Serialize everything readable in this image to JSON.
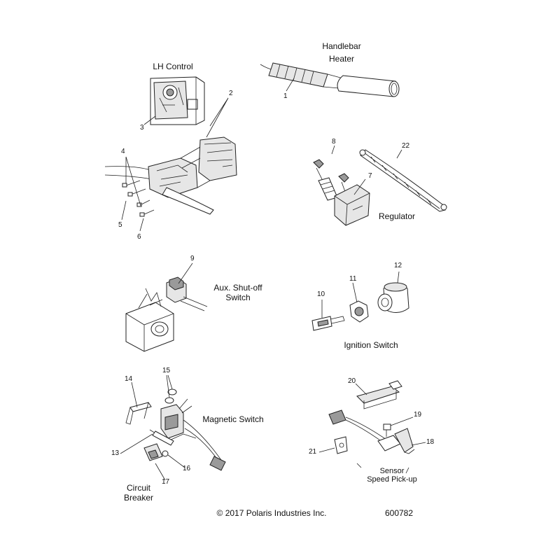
{
  "labels": {
    "lh_control": "LH Control",
    "handlebar_heater_1": "Handlebar",
    "handlebar_heater_2": "Heater",
    "regulator": "Regulator",
    "aux_switch_1": "Aux. Shut-off",
    "aux_switch_2": "Switch",
    "ignition_switch": "Ignition Switch",
    "magnetic_switch": "Magnetic Switch",
    "circuit_breaker_1": "Circuit",
    "circuit_breaker_2": "Breaker",
    "sensor_1": "Sensor",
    "sensor_2": "Speed Pick-up"
  },
  "callouts": {
    "c1": "1",
    "c2": "2",
    "c3": "3",
    "c4": "4",
    "c5": "5",
    "c6": "6",
    "c7": "7",
    "c8": "8",
    "c9": "9",
    "c10": "10",
    "c11": "11",
    "c12": "12",
    "c13": "13",
    "c14": "14",
    "c15": "15",
    "c16": "16",
    "c17": "17",
    "c18": "18",
    "c19": "19",
    "c20": "20",
    "c21": "21",
    "c22": "22"
  },
  "footer": {
    "copyright": "© 2017 Polaris Industries Inc.",
    "diagram_id": "600782"
  }
}
